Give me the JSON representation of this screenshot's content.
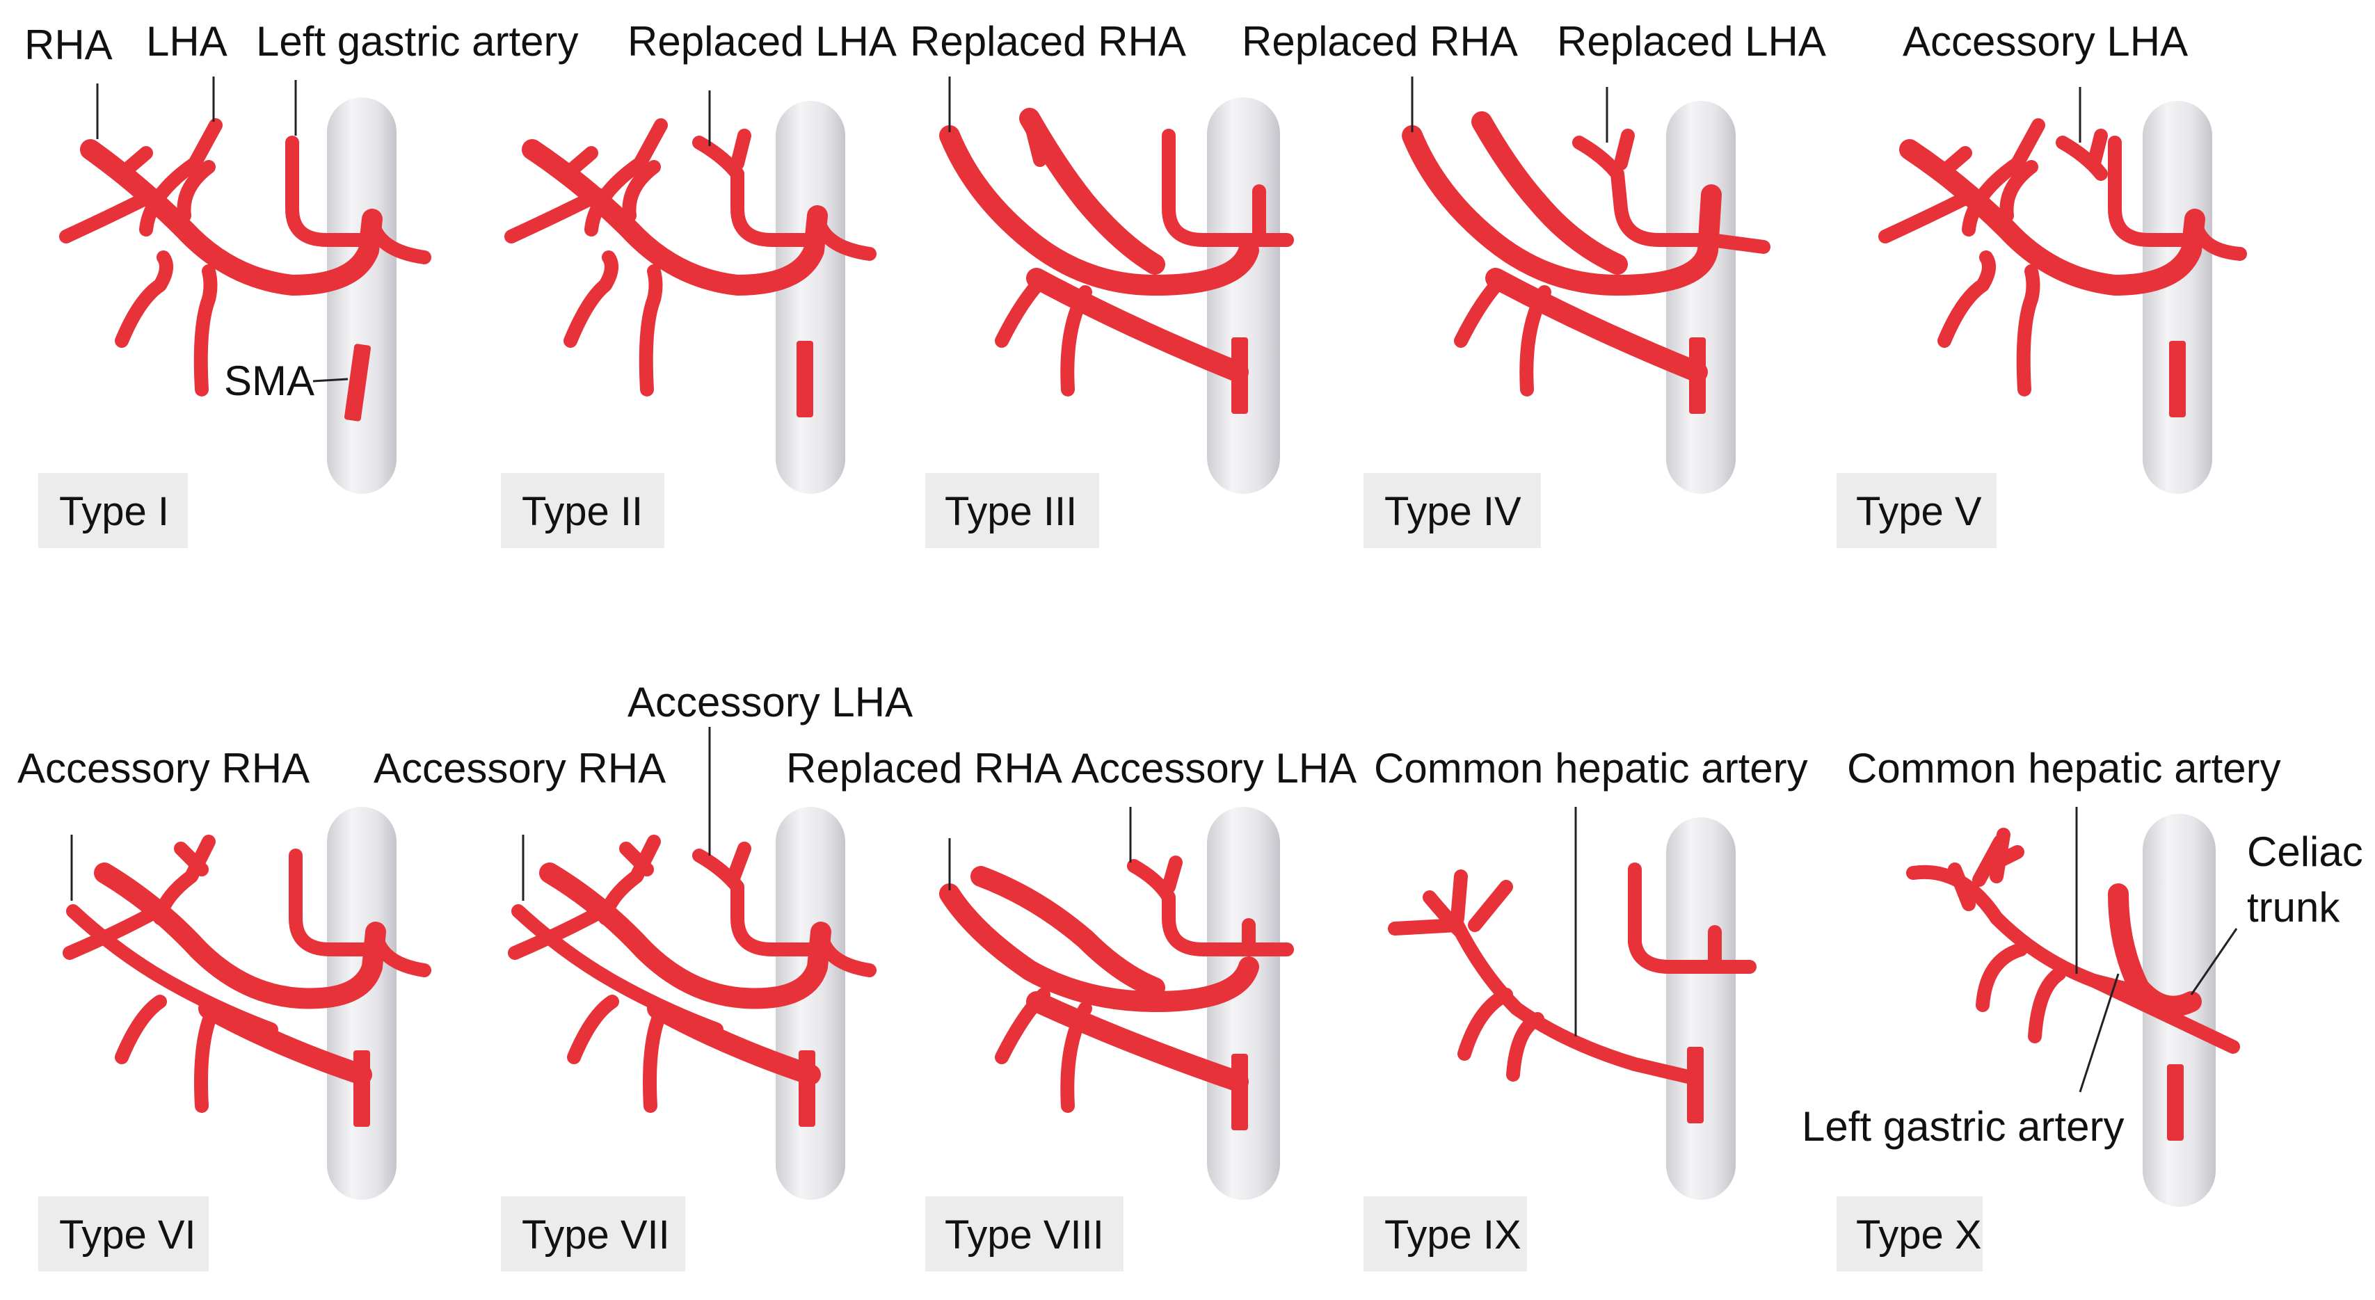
{
  "figure": {
    "colors": {
      "artery": "#e8323a",
      "aorta_light": "#f4f4f6",
      "aorta_dark": "#cfcfd4",
      "type_badge": "#ececec"
    },
    "panels": [
      {
        "type_label": "Type I",
        "labels": [
          "RHA",
          "LHA",
          "Left gastric artery",
          "SMA"
        ]
      },
      {
        "type_label": "Type II",
        "labels": [
          "Replaced LHA"
        ]
      },
      {
        "type_label": "Type III",
        "labels": [
          "Replaced RHA"
        ]
      },
      {
        "type_label": "Type IV",
        "labels": [
          "Replaced RHA",
          "Replaced LHA"
        ]
      },
      {
        "type_label": "Type V",
        "labels": [
          "Accessory LHA"
        ]
      },
      {
        "type_label": "Type VI",
        "labels": [
          "Accessory RHA"
        ]
      },
      {
        "type_label": "Type VII",
        "labels": [
          "Accessory RHA",
          "Accessory LHA"
        ]
      },
      {
        "type_label": "Type VIII",
        "labels": [
          "Replaced RHA",
          "Accessory LHA"
        ]
      },
      {
        "type_label": "Type IX",
        "labels": [
          "Common hepatic artery"
        ]
      },
      {
        "type_label": "Type X",
        "labels": [
          "Common hepatic artery",
          "Celiac",
          "trunk",
          "Left gastric artery"
        ]
      }
    ]
  }
}
